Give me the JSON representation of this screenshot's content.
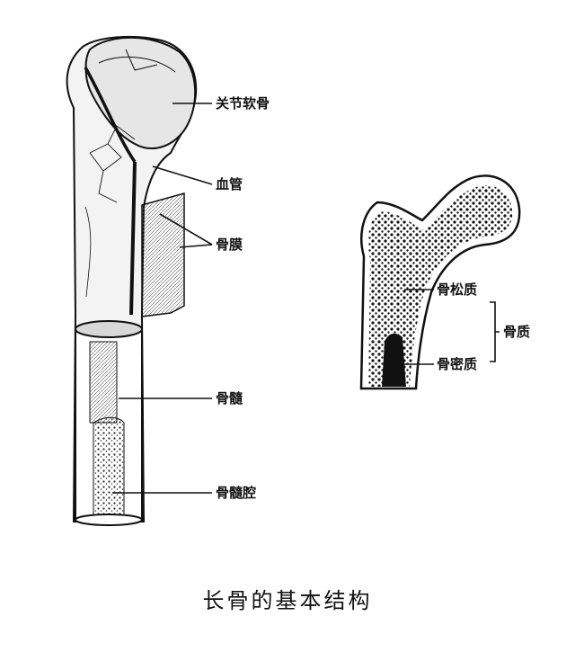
{
  "left_labels": {
    "articular_cartilage": "关节软骨",
    "blood_vessel": "血管",
    "periosteum": "骨膜",
    "bone_marrow": "骨髓",
    "medullary_cavity": "骨髓腔"
  },
  "right_labels": {
    "spongy_bone": "骨松质",
    "compact_bone": "骨密质",
    "bone_substance": "骨质"
  },
  "caption": "长骨的基本结构"
}
